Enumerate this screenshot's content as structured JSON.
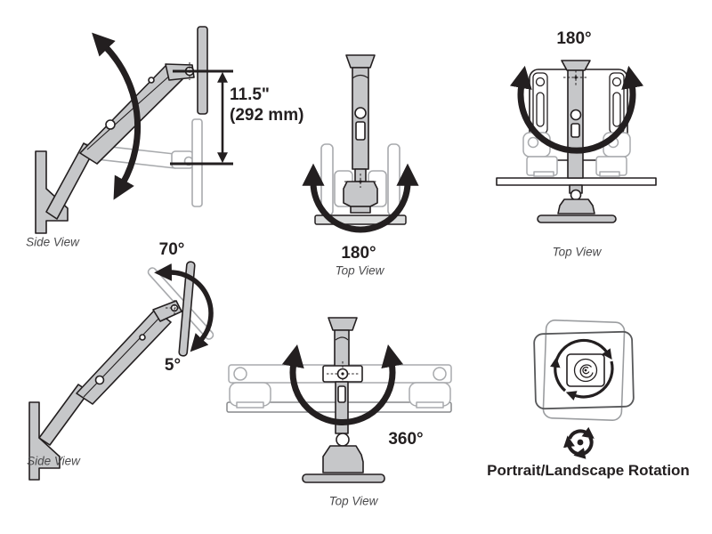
{
  "diagram": {
    "background": "#ffffff",
    "colors": {
      "outline": "#231f20",
      "arm_fill": "#c6c7c9",
      "faint_outline": "#a8aaad",
      "caption_text": "#4a4a4c"
    },
    "panels": {
      "lift": {
        "dimension_inches": "11.5\"",
        "dimension_mm": "(292 mm)",
        "caption": "Side View"
      },
      "pan": {
        "angle": "180°",
        "caption": "Top View"
      },
      "swivel": {
        "angle": "180°",
        "caption": "Top View"
      },
      "tilt": {
        "angle_back": "70°",
        "angle_forward": "5°",
        "caption": "Side View"
      },
      "rotate360": {
        "angle": "360°",
        "caption": "Top View"
      },
      "portrait_landscape": {
        "caption": "Portrait/Landscape Rotation"
      }
    }
  }
}
